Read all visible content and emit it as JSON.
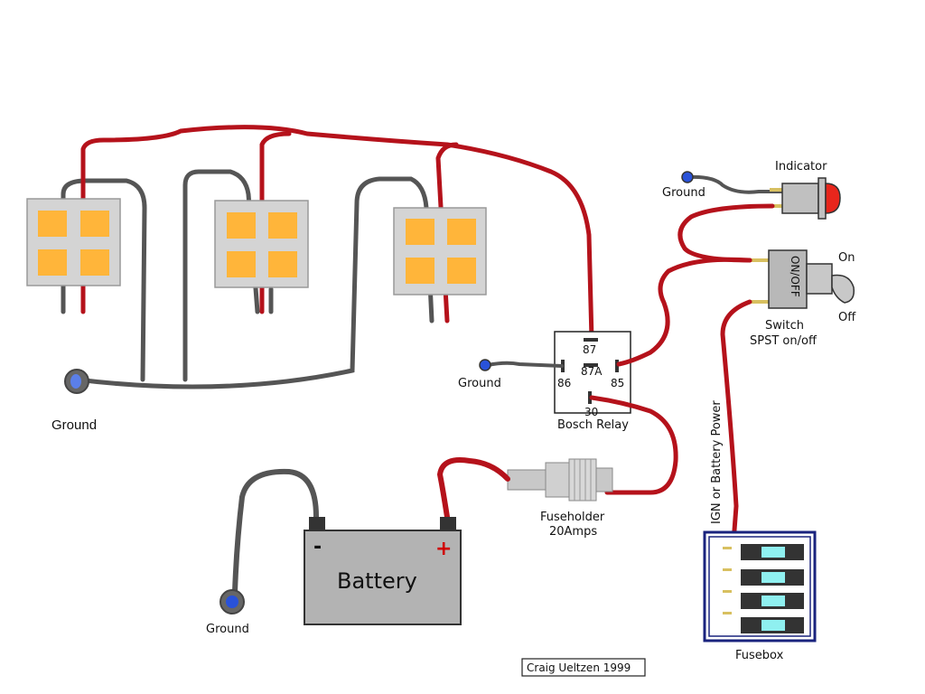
{
  "ground_labels": [
    "Ground",
    "Ground",
    "Ground",
    "Ground"
  ],
  "relay": {
    "name": "Bosch Relay",
    "pins": [
      "87",
      "87A",
      "86",
      "85",
      "30"
    ]
  },
  "indicator_label": "Indicator",
  "switch": {
    "face_label": "ON/OFF",
    "on_label": "On",
    "off_label": "Off",
    "name_line1": "Switch",
    "name_line2": "SPST on/off"
  },
  "power_label": "IGN or Battery Power",
  "fuseholder": {
    "line1": "Fuseholder",
    "line2": "20Amps"
  },
  "battery": {
    "label": "Battery",
    "negative": "-",
    "positive": "+"
  },
  "fusebox_label": "Fusebox",
  "credit": "Craig Ueltzen 1999",
  "colors": {
    "wire_red": "#b5121b",
    "wire_gray": "#555555",
    "led_body": "#d4d4d4",
    "led_cell": "#ffb53a",
    "ground_blue": "#2952d9",
    "fusebox_border": "#1a237e",
    "fuse_cyan": "#8ff0f0"
  }
}
